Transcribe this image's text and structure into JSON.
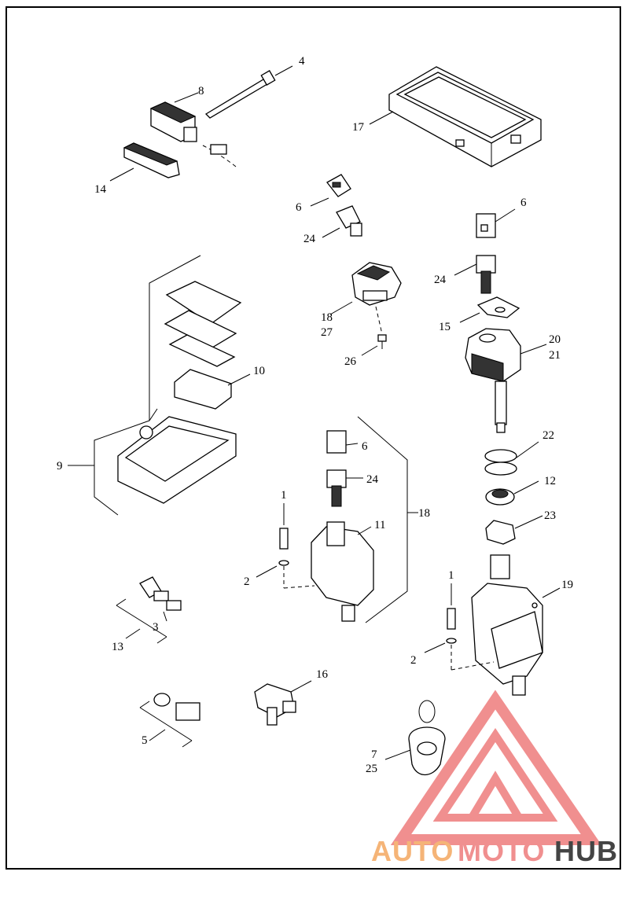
{
  "callouts": [
    {
      "id": "c4",
      "text": "4"
    },
    {
      "id": "c8",
      "text": "8"
    },
    {
      "id": "c17",
      "text": "17"
    },
    {
      "id": "c14",
      "text": "14"
    },
    {
      "id": "c6a",
      "text": "6"
    },
    {
      "id": "c24a",
      "text": "24"
    },
    {
      "id": "c6b",
      "text": "6"
    },
    {
      "id": "c24b",
      "text": "24"
    },
    {
      "id": "c18a",
      "text": "18"
    },
    {
      "id": "c27",
      "text": "27"
    },
    {
      "id": "c15",
      "text": "15"
    },
    {
      "id": "c20",
      "text": "20"
    },
    {
      "id": "c21",
      "text": "21"
    },
    {
      "id": "c26",
      "text": "26"
    },
    {
      "id": "c10",
      "text": "10"
    },
    {
      "id": "c9",
      "text": "9"
    },
    {
      "id": "c6c",
      "text": "6"
    },
    {
      "id": "c24c",
      "text": "24"
    },
    {
      "id": "c22",
      "text": "22"
    },
    {
      "id": "c12",
      "text": "12"
    },
    {
      "id": "c18b",
      "text": "18"
    },
    {
      "id": "c1a",
      "text": "1"
    },
    {
      "id": "c11",
      "text": "11"
    },
    {
      "id": "c23",
      "text": "23"
    },
    {
      "id": "c2a",
      "text": "2"
    },
    {
      "id": "c1b",
      "text": "1"
    },
    {
      "id": "c19",
      "text": "19"
    },
    {
      "id": "c3",
      "text": "3"
    },
    {
      "id": "c13",
      "text": "13"
    },
    {
      "id": "c2b",
      "text": "2"
    },
    {
      "id": "c16",
      "text": "16"
    },
    {
      "id": "c5",
      "text": "5"
    },
    {
      "id": "c7",
      "text": "7"
    },
    {
      "id": "c25",
      "text": "25"
    }
  ],
  "watermark": {
    "part1": "AUTO",
    "part2": "MOTO",
    "part3": "HUB",
    "color_primary": "#f08a8a",
    "color_secondary": "#f5b070",
    "color_dark": "#3a3a3a"
  }
}
